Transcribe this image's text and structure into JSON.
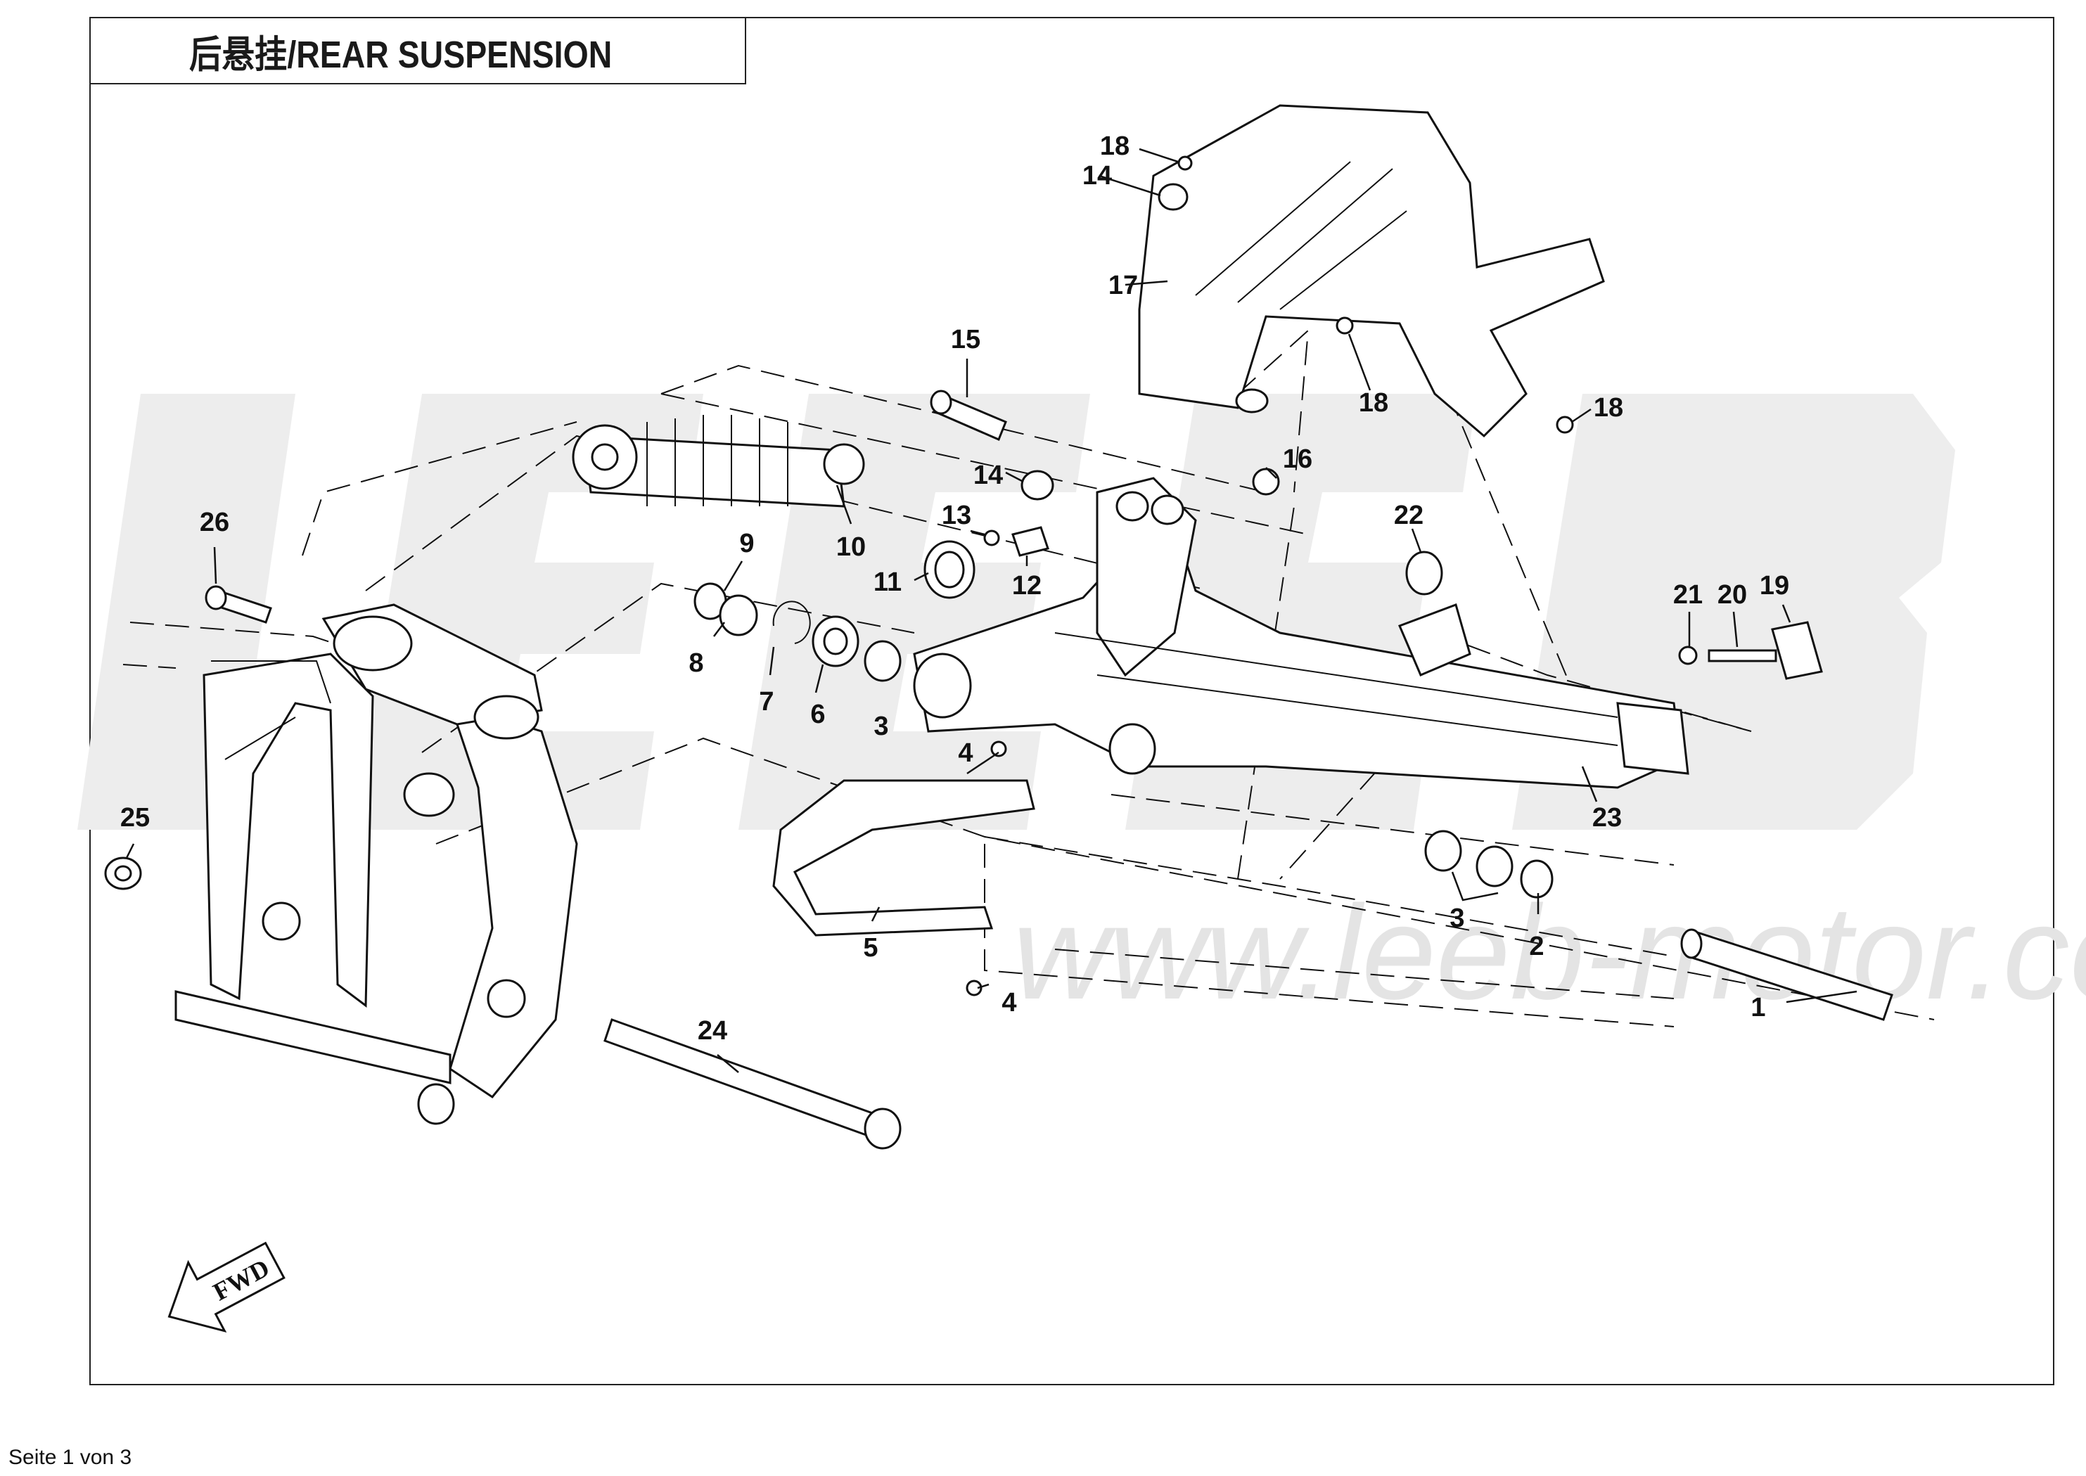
{
  "title": "后悬挂/REAR SUSPENSION",
  "footer": "Seite 1 von 3",
  "watermark": {
    "url": "www.leeb-motor.com"
  },
  "fwd_arrow": {
    "label": "FWD"
  },
  "callouts": [
    {
      "id": "c1",
      "label": "1"
    },
    {
      "id": "c2",
      "label": "2"
    },
    {
      "id": "c3a",
      "label": "3"
    },
    {
      "id": "c3b",
      "label": "3"
    },
    {
      "id": "c4a",
      "label": "4"
    },
    {
      "id": "c4b",
      "label": "4"
    },
    {
      "id": "c5",
      "label": "5"
    },
    {
      "id": "c6",
      "label": "6"
    },
    {
      "id": "c7",
      "label": "7"
    },
    {
      "id": "c8",
      "label": "8"
    },
    {
      "id": "c9",
      "label": "9"
    },
    {
      "id": "c10",
      "label": "10"
    },
    {
      "id": "c11",
      "label": "11"
    },
    {
      "id": "c12",
      "label": "12"
    },
    {
      "id": "c13",
      "label": "13"
    },
    {
      "id": "c14a",
      "label": "14"
    },
    {
      "id": "c14b",
      "label": "14"
    },
    {
      "id": "c15",
      "label": "15"
    },
    {
      "id": "c16",
      "label": "16"
    },
    {
      "id": "c17",
      "label": "17"
    },
    {
      "id": "c18a",
      "label": "18"
    },
    {
      "id": "c18b",
      "label": "18"
    },
    {
      "id": "c18c",
      "label": "18"
    },
    {
      "id": "c19",
      "label": "19"
    },
    {
      "id": "c20",
      "label": "20"
    },
    {
      "id": "c21",
      "label": "21"
    },
    {
      "id": "c22",
      "label": "22"
    },
    {
      "id": "c23",
      "label": "23"
    },
    {
      "id": "c24",
      "label": "24"
    },
    {
      "id": "c25",
      "label": "25"
    },
    {
      "id": "c26",
      "label": "26"
    }
  ]
}
